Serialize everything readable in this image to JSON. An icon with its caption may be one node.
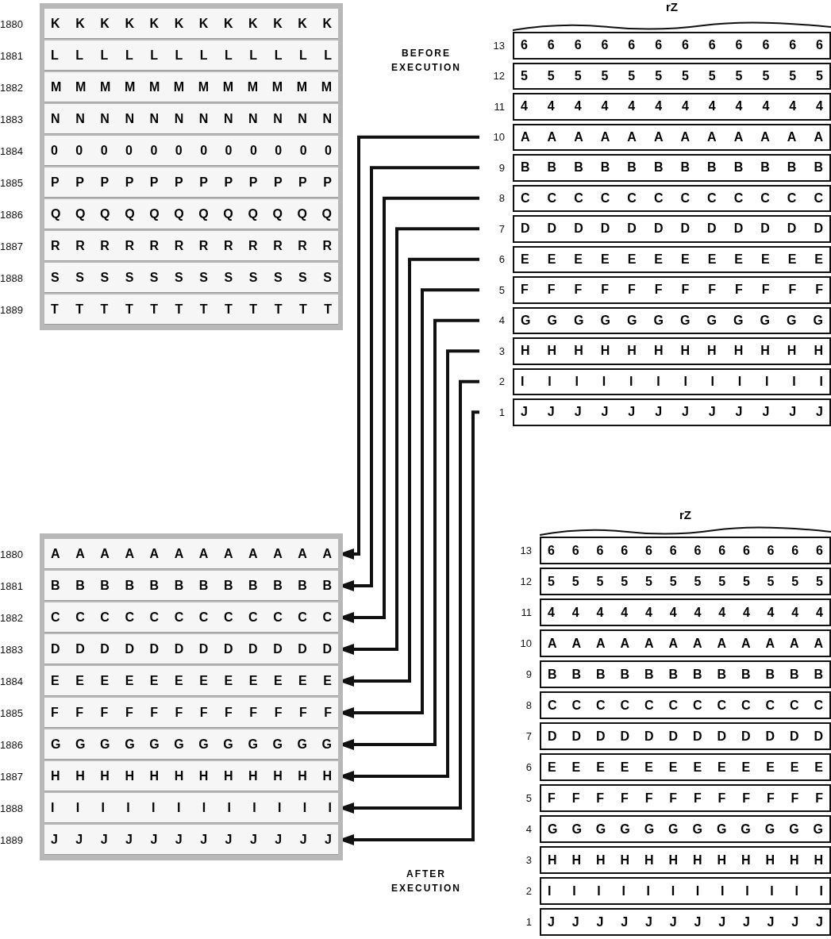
{
  "diagram": {
    "nodes": [
      {
        "text": [],
        "shape": "box"
      },
      {
        "text": [
          "K K K K K K K K K K K K"
        ],
        "beside": [
          "1880"
        ],
        "in": 0
      },
      {
        "text": [
          "L L L L L L L L L L L L"
        ],
        "beside": [
          "1881"
        ],
        "in": 0
      },
      {
        "text": [
          "M M M M M M M M M M M M"
        ],
        "beside": [
          "1882"
        ],
        "in": 0
      },
      {
        "text": [
          "N N N N N N N N N N N N"
        ],
        "beside": [
          "1883"
        ],
        "in": 0
      },
      {
        "text": [
          "0 0 0 0 0 0 0 0 0 0 0 0"
        ],
        "beside": [
          "1884"
        ],
        "in": 0
      },
      {
        "text": [
          "P P P P P P P P P P P P"
        ],
        "beside": [
          "1885"
        ],
        "in": 0
      },
      {
        "text": [
          "Q Q Q Q Q Q Q Q Q Q Q Q"
        ],
        "beside": [
          "1886"
        ],
        "in": 0
      },
      {
        "text": [
          "R R R R R R R R R R R R"
        ],
        "beside": [
          "1887"
        ],
        "in": 0
      },
      {
        "text": [
          "S S S S S S S S S S S S"
        ],
        "beside": [
          "1888"
        ],
        "in": 0
      },
      {
        "text": [
          "T T T T T T T T T T T T"
        ],
        "beside": [
          "1889"
        ],
        "in": 0
      },
      {
        "text": [
          "rZ"
        ]
      },
      {
        "text": [
          "6 6 6 6 6 6 6 6 6 6 6 6"
        ],
        "beside": [
          "13"
        ],
        "in": 11
      },
      {
        "text": [
          "5 5 5 5 5 5 5 5 5 5 5 5"
        ],
        "beside": [
          "12"
        ],
        "in": 11
      },
      {
        "text": [
          "4 4 4 4 4 4 4 4 4 4 4 4"
        ],
        "beside": [
          "11"
        ],
        "in": 11
      },
      {
        "text": [
          "A A A A A A A A A A A A"
        ],
        "beside": [
          "10"
        ],
        "in": 11
      },
      {
        "text": [
          "B B B B B B B B B B B B"
        ],
        "beside": [
          "9"
        ],
        "in": 11
      },
      {
        "text": [
          "C C C C C C C C C C C C"
        ],
        "beside": [
          "8"
        ],
        "in": 11
      },
      {
        "text": [
          "D D D D D D D D D D D D"
        ],
        "beside": [
          "7"
        ],
        "in": 11
      },
      {
        "text": [
          "E E E E E E E E E E E E"
        ],
        "beside": [
          "6"
        ],
        "in": 11
      },
      {
        "text": [
          "F F F F F F F F F F F F"
        ],
        "beside": [
          "5"
        ],
        "in": 11
      },
      {
        "text": [
          "G G G G G G G G G G G G"
        ],
        "beside": [
          "4"
        ],
        "in": 11
      },
      {
        "text": [
          "H H H H H H H H H H H H"
        ],
        "beside": [
          "3"
        ],
        "in": 11
      },
      {
        "text": [
          "I I I I I I I I I I I I"
        ],
        "beside": [
          "2"
        ],
        "in": 11
      },
      {
        "text": [
          "J J J J J J J J J J J J"
        ],
        "beside": [
          "1"
        ],
        "in": 11
      },
      {
        "text": [],
        "shape": "box"
      },
      {
        "text": [
          "A A A A A A A A A A A A"
        ],
        "beside": [
          "1880"
        ],
        "in": 25
      },
      {
        "text": [
          "B B B B B B B B B B B B"
        ],
        "beside": [
          "1881"
        ],
        "in": 25
      },
      {
        "text": [
          "C C C C C C C C C C C C"
        ],
        "beside": [
          "1882"
        ],
        "in": 25
      },
      {
        "text": [
          "D D D D D D D D D D D D"
        ],
        "beside": [
          "1883"
        ],
        "in": 25
      },
      {
        "text": [
          "E E E E E E E E E E E E"
        ],
        "beside": [
          "1884"
        ],
        "in": 25
      },
      {
        "text": [
          "F F F F F F F F F F F F"
        ],
        "beside": [
          "1885"
        ],
        "in": 25
      },
      {
        "text": [
          "G G G G G G G G G G G G"
        ],
        "beside": [
          "1886"
        ],
        "in": 25
      },
      {
        "text": [
          "H H H H H H H H H H H H"
        ],
        "beside": [
          "1887"
        ],
        "in": 25
      },
      {
        "text": [
          "I I I I I I I I I I I I"
        ],
        "beside": [
          "1888"
        ],
        "in": 25
      },
      {
        "text": [
          "J J J J J J J J J J J J"
        ],
        "beside": [
          "1889"
        ],
        "in": 25
      },
      {
        "text": [
          "rZ"
        ]
      },
      {
        "text": [
          "6 6 6 6 6 6 6 6 6 6 6 6"
        ],
        "beside": [
          "13"
        ],
        "in": 36
      },
      {
        "text": [
          "5 5 5 5 5 5 5 5 5 5 5 5"
        ],
        "beside": [
          "12"
        ],
        "in": 36
      },
      {
        "text": [
          "4 4 4 4 4 4 4 4 4 4 4 4"
        ],
        "beside": [
          "11"
        ],
        "in": 36
      },
      {
        "text": [
          "A A A A A A A A A A A A"
        ],
        "beside": [
          "10"
        ],
        "in": 36
      },
      {
        "text": [
          "B B B B B B B B B B B B"
        ],
        "beside": [
          "9"
        ],
        "in": 36
      },
      {
        "text": [
          "C C C C C C C C C C C C"
        ],
        "beside": [
          "8"
        ],
        "in": 36
      },
      {
        "text": [
          "D D D D D D D D D D D D"
        ],
        "beside": [
          "7"
        ],
        "in": 36
      },
      {
        "text": [
          "E E E E E E E E E E E E"
        ],
        "beside": [
          "6"
        ],
        "in": 36
      },
      {
        "text": [
          "F F F F F F F F F F F F"
        ],
        "beside": [
          "5"
        ],
        "in": 36
      },
      {
        "text": [
          "G G G G G G G G G G G G"
        ],
        "beside": [
          "4"
        ],
        "in": 36
      },
      {
        "text": [
          "H H H H H H H H H H H H"
        ],
        "beside": [
          "3"
        ],
        "in": 36
      },
      {
        "text": [
          "I I I I I I I I I I I I"
        ],
        "beside": [
          "2"
        ],
        "in": 36
      },
      {
        "text": [
          "J J J J J J J J J J J J"
        ],
        "beside": [
          "1"
        ],
        "in": 36
      }
    ],
    "edges": [
      {
        "from": 15,
        "to": 26,
        "arrow": "to"
      },
      {
        "from": 16,
        "to": 27,
        "arrow": "to"
      },
      {
        "from": 17,
        "to": 28,
        "arrow": "to"
      },
      {
        "from": 18,
        "to": 29,
        "arrow": "to"
      },
      {
        "from": 19,
        "to": 30,
        "arrow": "to"
      },
      {
        "from": 20,
        "to": 31,
        "arrow": "to"
      },
      {
        "from": 21,
        "to": 32,
        "arrow": "to"
      },
      {
        "from": 22,
        "to": 33,
        "arrow": "to"
      },
      {
        "from": 23,
        "to": 34,
        "arrow": "to"
      },
      {
        "from": 24,
        "to": 35,
        "arrow": "to"
      }
    ],
    "labels": [
      "BEFORE EXECUTION",
      "AFTER EXECUTION"
    ]
  }
}
